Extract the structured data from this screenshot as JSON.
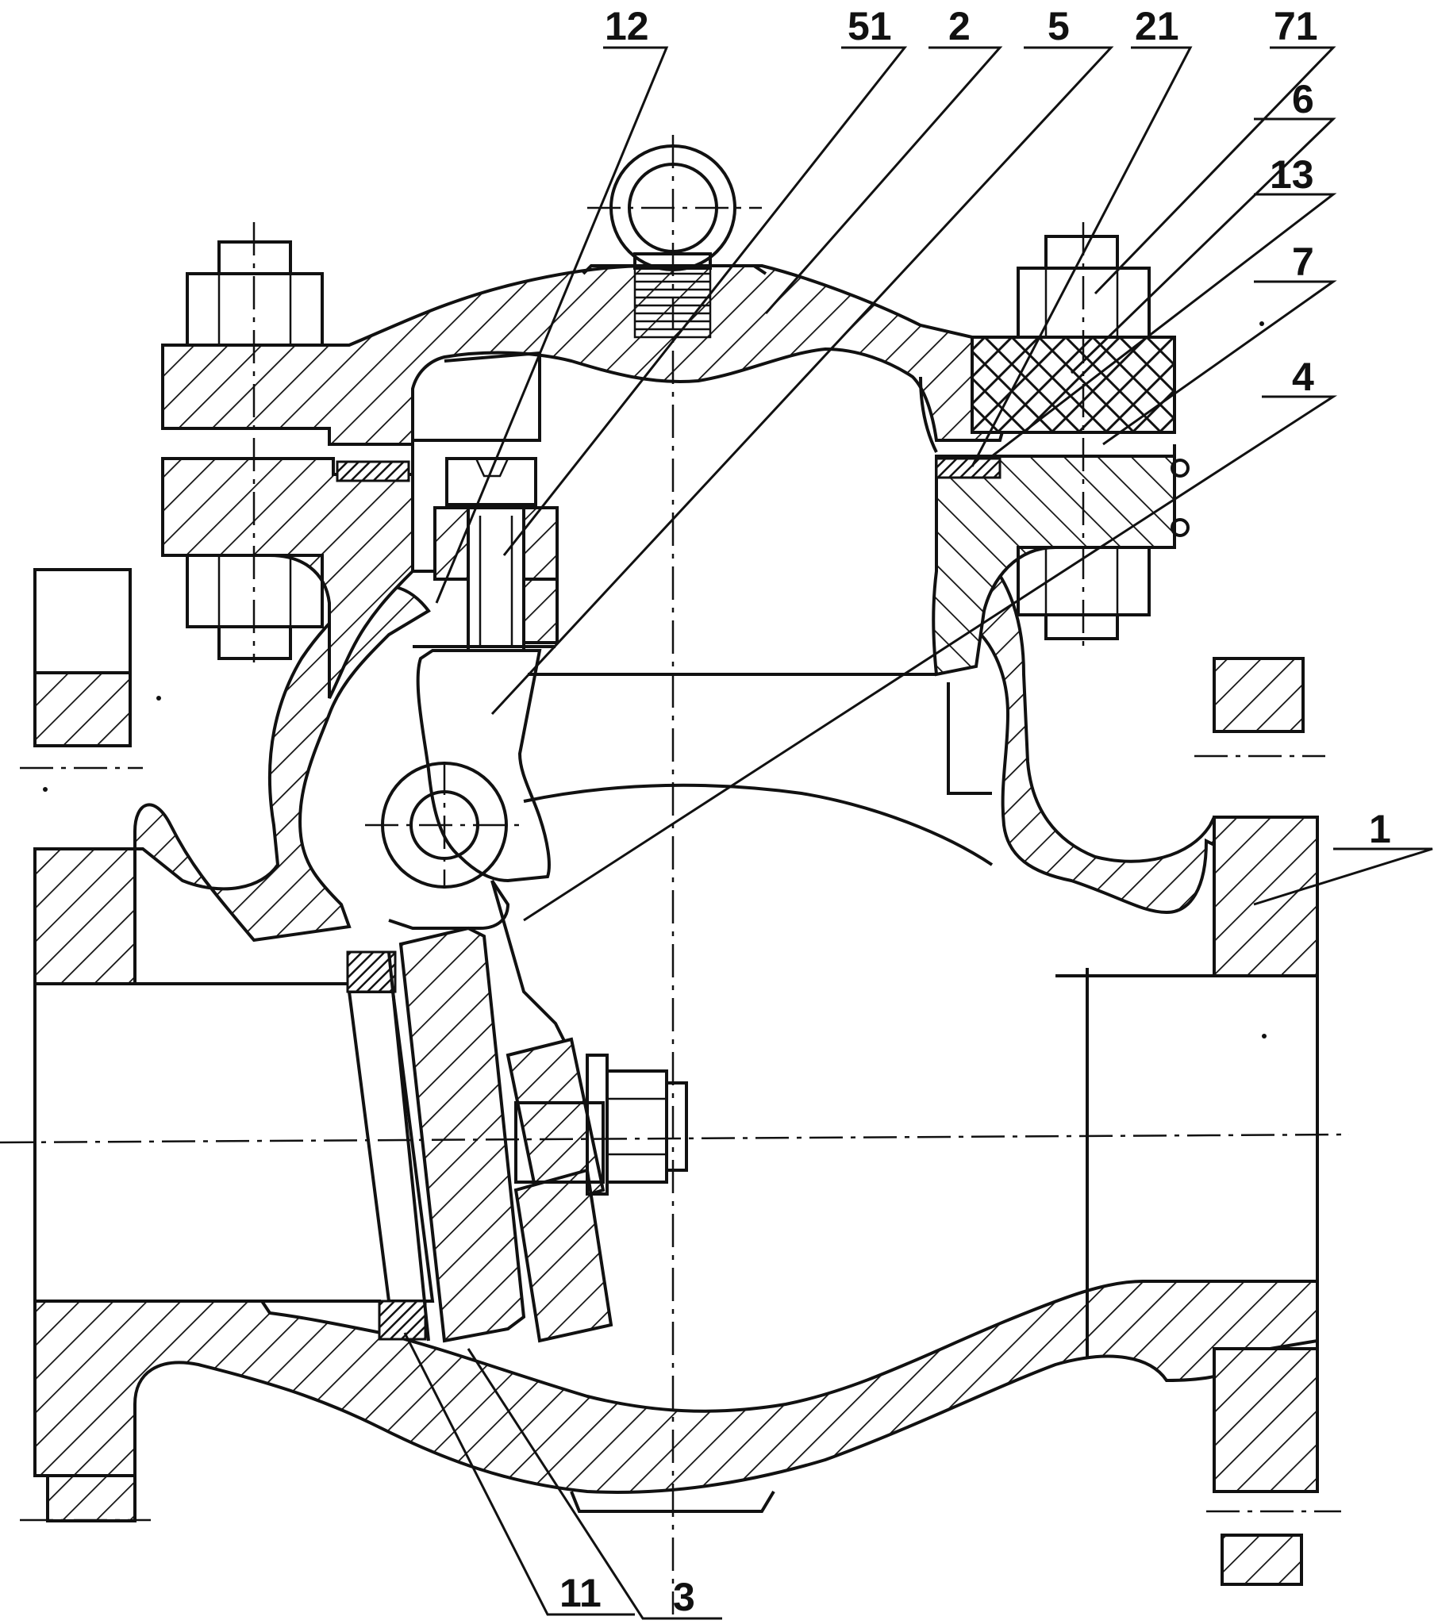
{
  "callouts": {
    "c12": "12",
    "c51": "51",
    "c2": "2",
    "c5": "5",
    "c21": "21",
    "c71": "71",
    "c6": "6",
    "c13": "13",
    "c7": "7",
    "c4": "4",
    "c1": "1",
    "c11": "11",
    "c3": "3"
  },
  "colors": {
    "line": "#111111",
    "background": "#ffffff"
  }
}
